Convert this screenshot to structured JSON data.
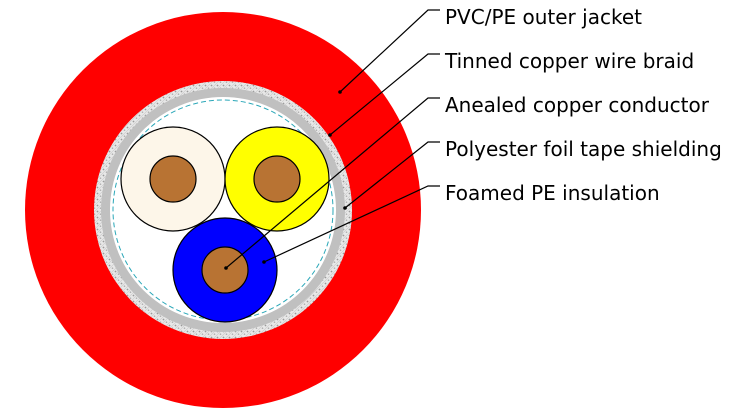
{
  "callouts": [
    {
      "key": "jacket",
      "text": "PVC/PE outer jacket"
    },
    {
      "key": "braid",
      "text": "Tinned copper wire braid"
    },
    {
      "key": "conductor",
      "text": "Anealed copper conductor"
    },
    {
      "key": "foil",
      "text": "Polyester foil tape shielding"
    },
    {
      "key": "insulation",
      "text": "Foamed PE insulation"
    }
  ],
  "colors": {
    "jacket": "#ff0000",
    "braid_base": "#e6e6e6",
    "foil": "#c0c0c0",
    "core_fill": "#ffffff",
    "tape_dash": "#2aa7b8",
    "conductor": "#b87333",
    "insulation_cream": "#fdf6e9",
    "insulation_yellow": "#ffff00",
    "insulation_blue": "#0000ff"
  }
}
